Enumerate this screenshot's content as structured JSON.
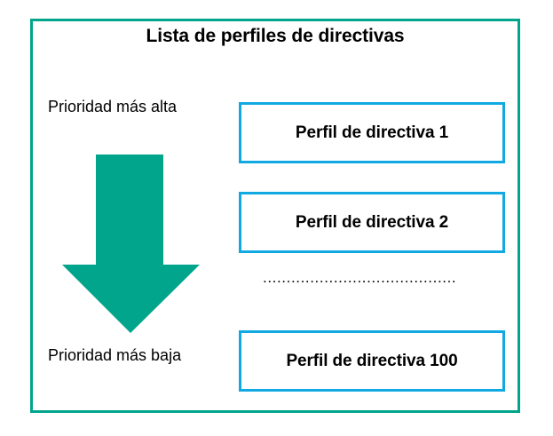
{
  "diagram": {
    "title": "Lista de perfiles de directivas",
    "colors": {
      "frame_teal": "#00A58C",
      "arrow_teal": "#00A58C",
      "box_blue": "#11A9E2",
      "text": "#000000",
      "background": "#FFFFFF"
    },
    "priority": {
      "high_label": "Prioridad más alta",
      "low_label": "Prioridad más baja",
      "arrow_icon": "down-arrow-icon",
      "arrow_direction": "down"
    },
    "profiles": [
      {
        "label": "Perfil de directiva 1",
        "index": 1
      },
      {
        "label": "Perfil de directiva 2",
        "index": 2
      },
      {
        "label": "Perfil de directiva 100",
        "index": 100
      }
    ],
    "continuation": "........................................."
  }
}
